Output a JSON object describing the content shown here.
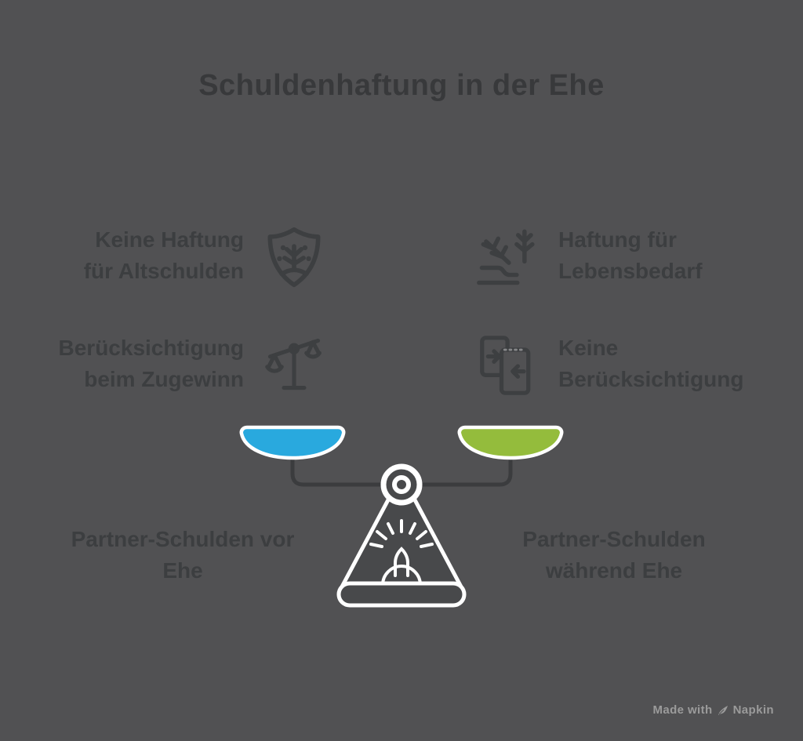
{
  "title": "Schuldenhaftung in der Ehe",
  "colors": {
    "bg": "#515153",
    "title-text": "#38393b",
    "label-text": "#3c3e40",
    "icon": "#3d3f41",
    "beam": "#3b3c3e",
    "cone-fill": "#48494b",
    "outline": "#ffffff",
    "pan-left": "#29a9de",
    "pan-right": "#94bc3c",
    "watermark-text": "#9b9b9b"
  },
  "features": {
    "left": [
      {
        "line1": "Keine Haftung",
        "line2": "für Altschulden",
        "icon": "shield-tree-icon"
      },
      {
        "line1": "Berücksichtigung",
        "line2": "beim Zugewinn",
        "icon": "tilted-scale-icon"
      }
    ],
    "right": [
      {
        "line1": "Haftung für",
        "line2": "Lebensbedarf",
        "icon": "growing-plants-icon"
      },
      {
        "line1": "Keine",
        "line2": "Berücksichtigung",
        "icon": "transfer-arrows-icon"
      }
    ]
  },
  "scale": {
    "left_pan": {
      "color": "#29a9de",
      "label_line1": "Partner-Schulden vor",
      "label_line2": "Ehe"
    },
    "right_pan": {
      "color": "#94bc3c",
      "label_line1": "Partner-Schulden",
      "label_line2": "während Ehe"
    }
  },
  "watermark": {
    "prefix": "Made with",
    "brand": "Napkin"
  }
}
